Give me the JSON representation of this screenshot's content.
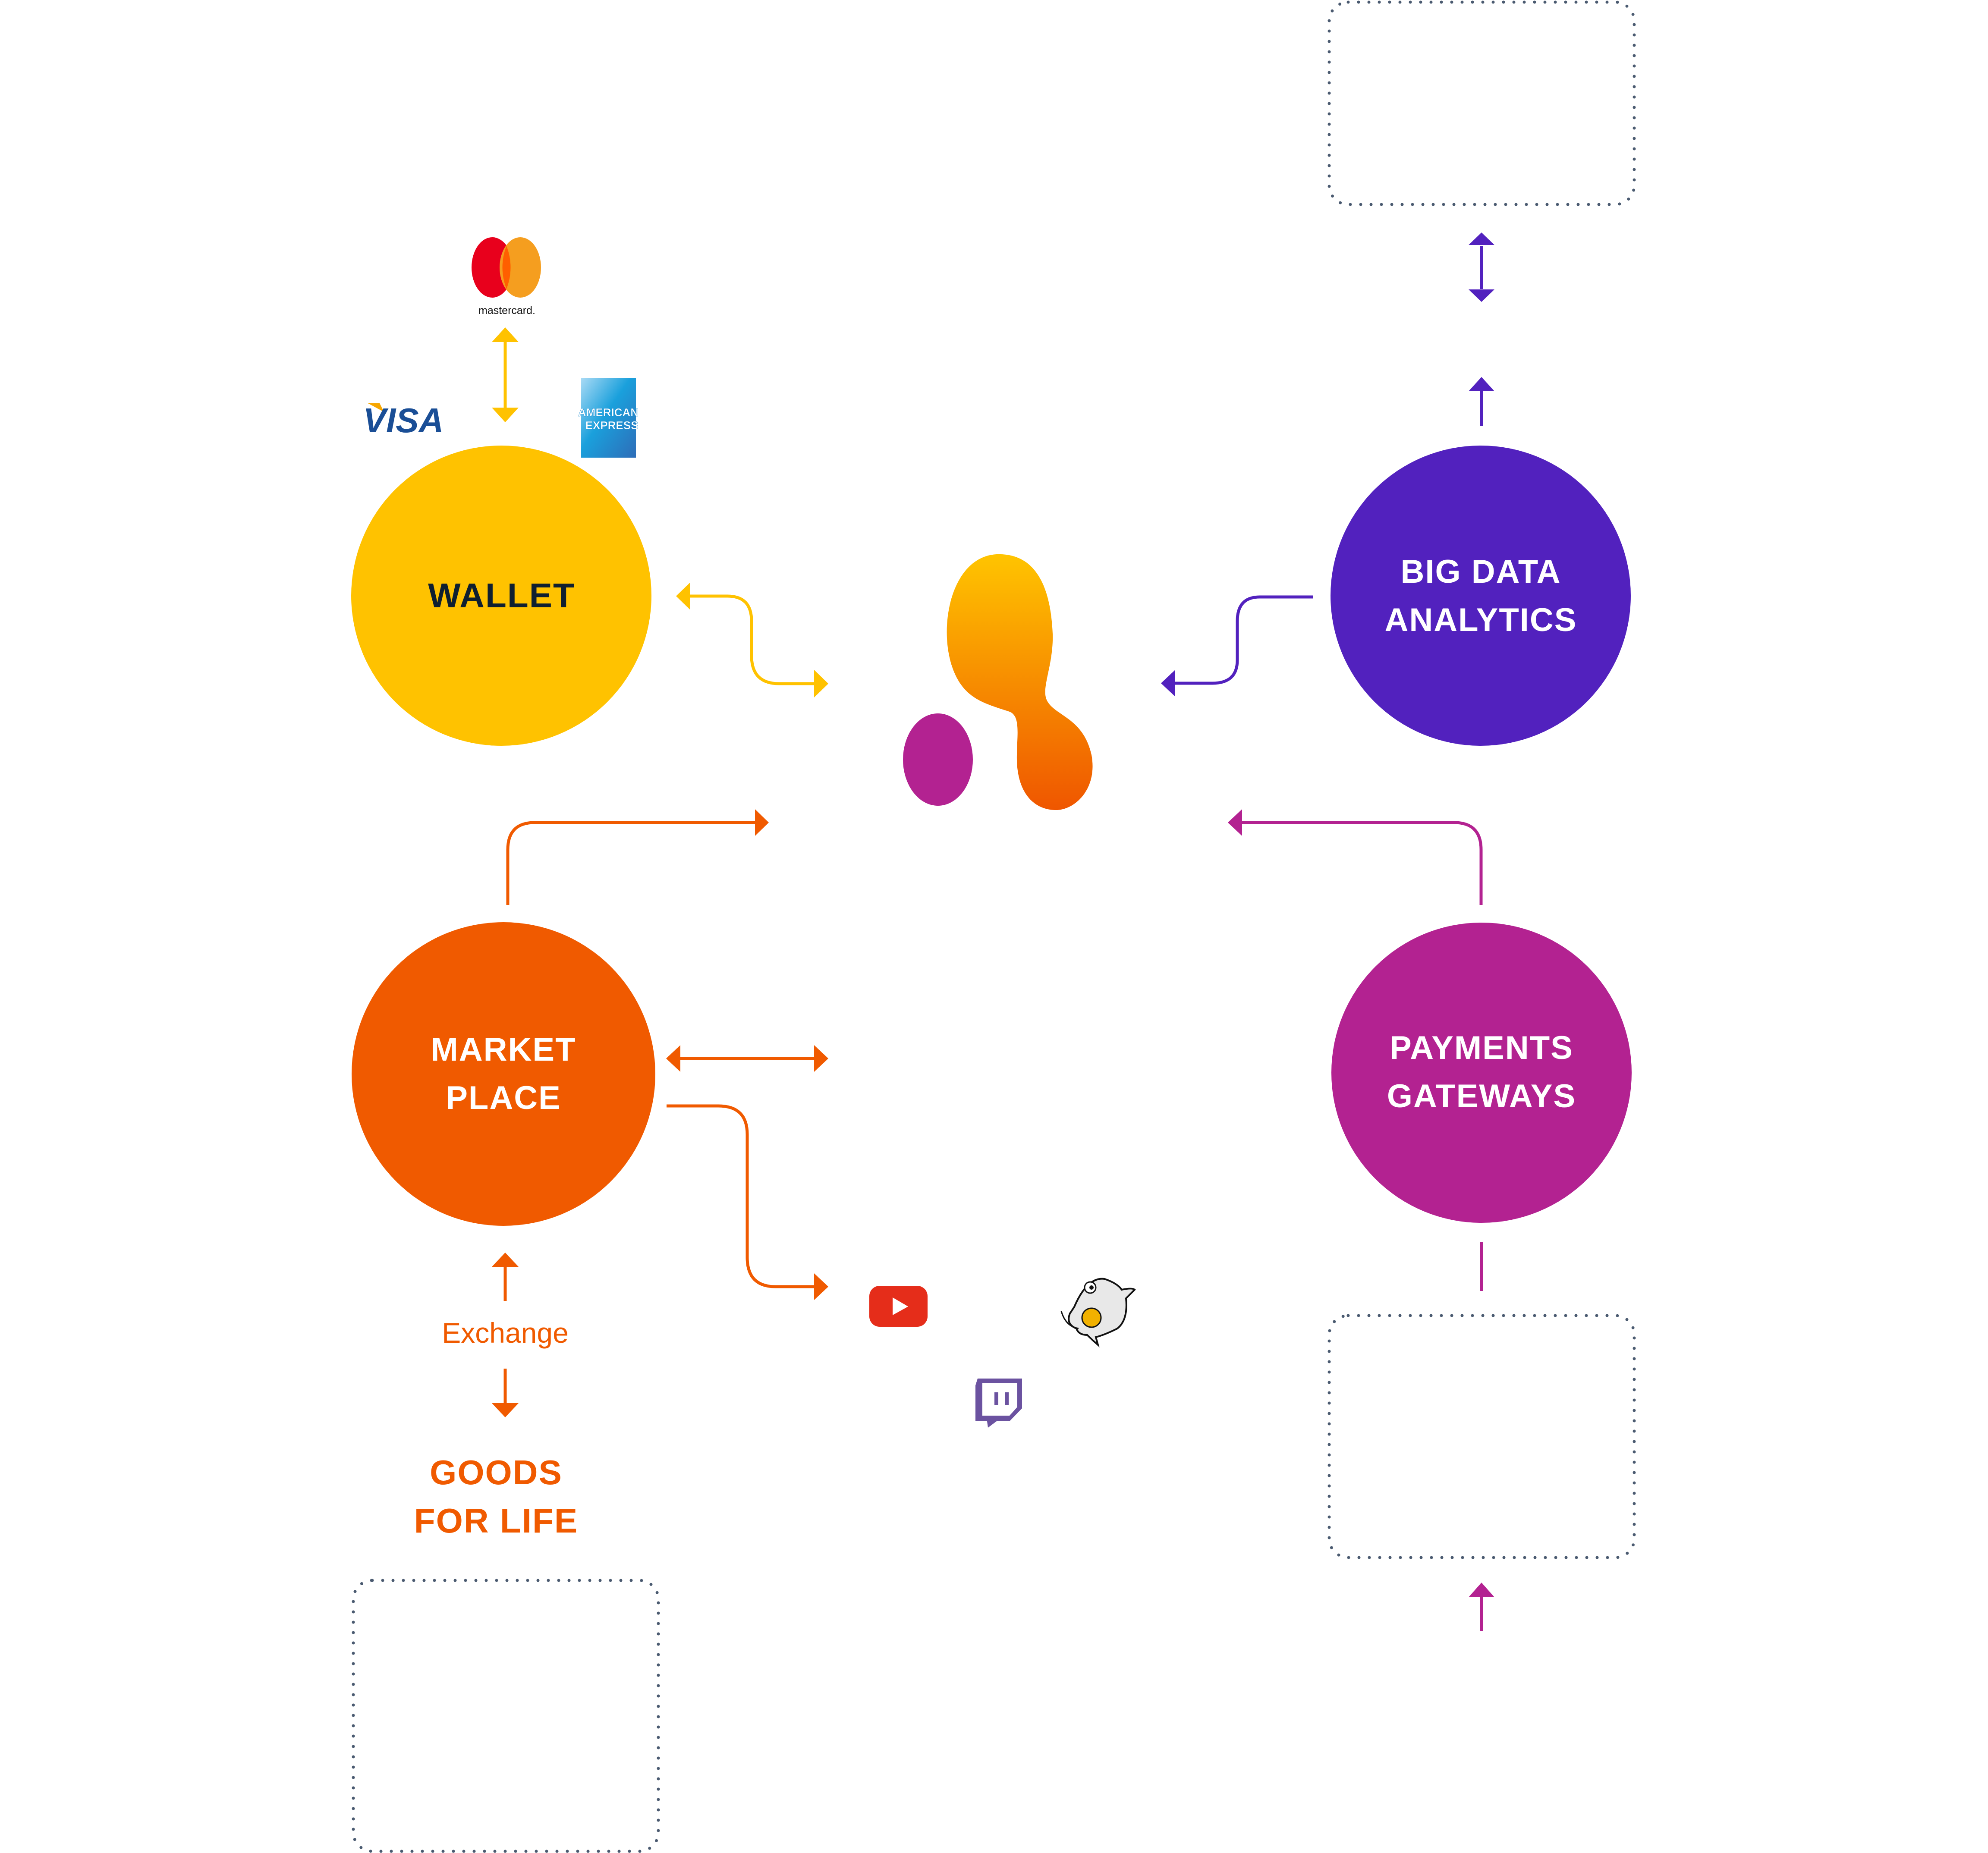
{
  "colors": {
    "wallet": "#FFC200",
    "wallet_text": "#0F1F30",
    "big_data": "#5221BE",
    "market_place": "#F05A00",
    "payments": "#B32291",
    "dotted_box": "#4A5A70",
    "logo_gradient_top": "#FFC400",
    "logo_gradient_bottom": "#EF5600",
    "logo_dot": "#B32291"
  },
  "nodes": {
    "wallet": {
      "lines": [
        "WALLET"
      ]
    },
    "big_data": {
      "lines": [
        "BIG DATA",
        "ANALYTICS"
      ]
    },
    "market_place": {
      "lines": [
        "MARKET",
        "PLACE"
      ]
    },
    "payments": {
      "lines": [
        "PAYMENTS",
        "GATEWAYS"
      ]
    }
  },
  "exchange_label": "Exchange",
  "goods": {
    "lines": [
      "GOODS",
      "FOR LIFE"
    ]
  },
  "card_logos": {
    "mastercard": "mastercard.",
    "visa": "VISA",
    "amex": [
      "AMERICAN",
      "EXPRESS"
    ]
  },
  "icons": {
    "center_logo": "brand-logo-icon",
    "youtube": "youtube-icon",
    "twitch": "twitch-icon",
    "shark": "shark-mascot-icon"
  },
  "placeholder_boxes": [
    "top-right",
    "bottom-right",
    "bottom-left"
  ]
}
